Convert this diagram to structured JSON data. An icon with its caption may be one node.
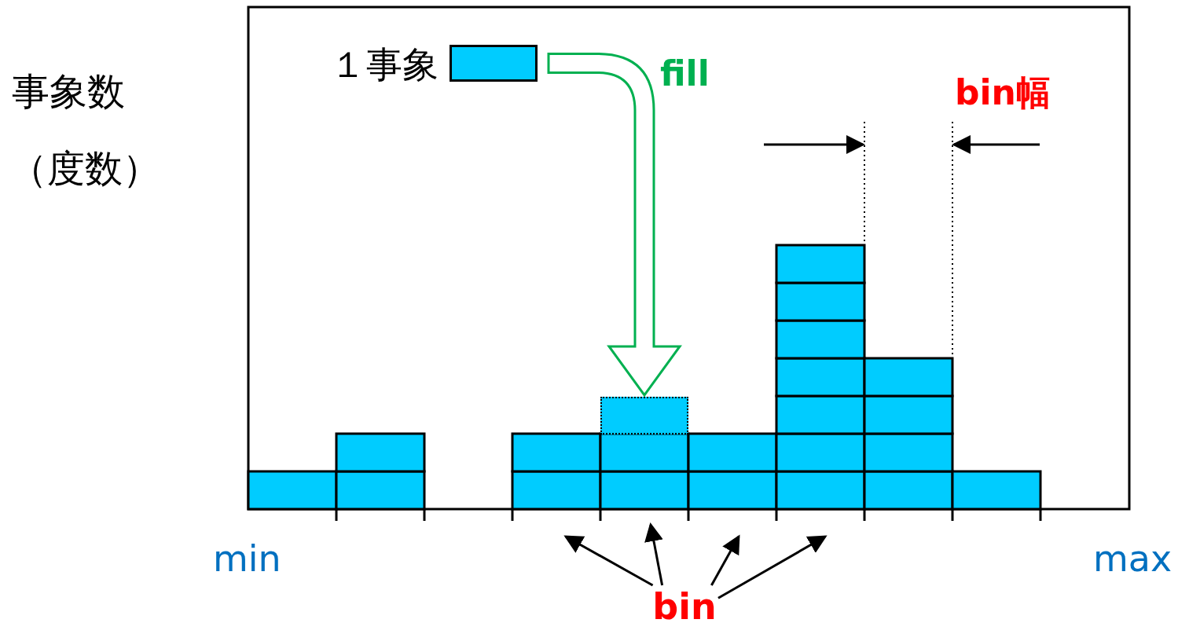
{
  "diagram": {
    "nodes": [
      {
        "text": [],
        "shape": "box",
        "beside": [
          "１事象"
        ]
      },
      {
        "text": [],
        "shape": "box"
      },
      {
        "text": [
          "bin"
        ]
      }
    ],
    "edges": [
      {
        "from": 0,
        "to": 1,
        "arrow": "to",
        "label": "fill",
        "color": "#00b050"
      },
      {
        "from": 2,
        "to": null,
        "arrow": "to"
      },
      {
        "from": 2,
        "to": null,
        "arrow": "to"
      },
      {
        "from": 2,
        "to": null,
        "arrow": "to"
      },
      {
        "from": 2,
        "to": null,
        "arrow": "to"
      }
    ],
    "labels": [
      "事象数",
      "（度数）",
      "bin幅",
      "min",
      "max"
    ]
  }
}
